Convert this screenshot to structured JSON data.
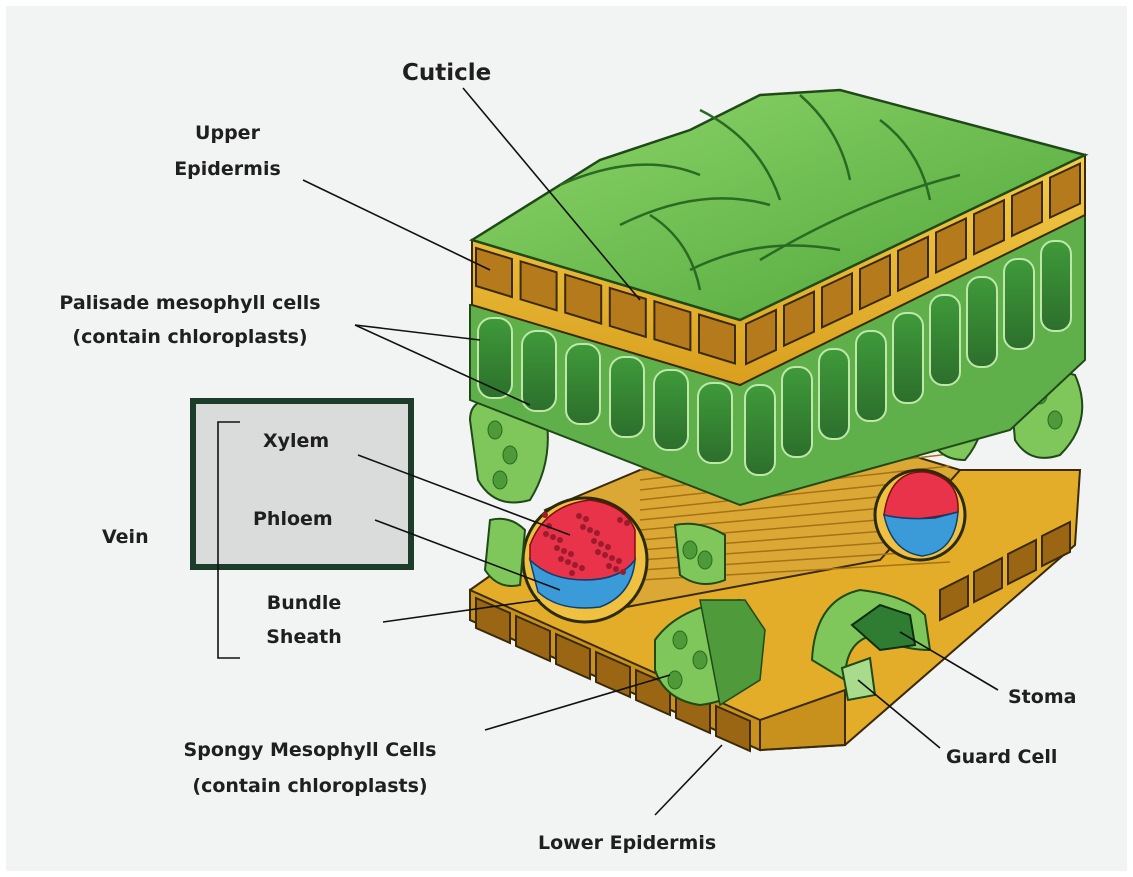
{
  "labels": {
    "cuticle": "Cuticle",
    "upper_epidermis": [
      "Upper",
      "Epidermis"
    ],
    "palisade": [
      "Palisade mesophyll cells",
      "(contain chloroplasts)"
    ],
    "vein": "Vein",
    "xylem": "Xylem",
    "phloem": "Phloem",
    "bundle_sheath": [
      "Bundle",
      "Sheath"
    ],
    "spongy": [
      "Spongy Mesophyll Cells",
      "(contain chloroplasts)"
    ],
    "lower_epidermis": "Lower Epidermis",
    "stoma": "Stoma",
    "guard_cell": "Guard Cell"
  },
  "colors": {
    "background": "#f2f3f3",
    "cell_green": "#6fbf4a",
    "dark_green": "#2f7d32",
    "epidermis_yellow": "#e8b72e",
    "xylem_red": "#e8334a",
    "phloem_blue": "#3b9bd8",
    "vein_box_border": "#1d3d2a",
    "label_text": "#1f1f1f"
  }
}
